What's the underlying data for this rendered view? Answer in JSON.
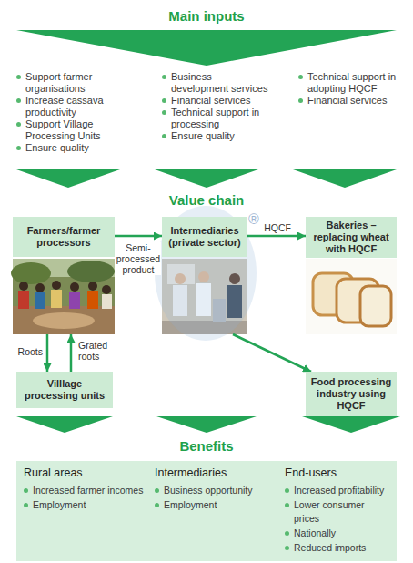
{
  "diagram": {
    "nodes": [
      {
        "text": [
          "Farmers/farmer processors"
        ]
      },
      {
        "text": [
          "Intermediaries (private sector)"
        ]
      },
      {
        "text": [
          "Bakeries – replacing wheat with HQCF"
        ]
      },
      {
        "text": [
          "Villlage processing units"
        ]
      },
      {
        "text": [
          "Food processing industry using HQCF"
        ]
      },
      {
        "text": [
          "Rural areas",
          "Increased farmer incomes",
          "Employment",
          "Intermediaries",
          "Business opportunity",
          "Employment",
          "End-users",
          "Increased profitability",
          "Lower consumer prices",
          "Nationally",
          "Reduced imports"
        ]
      }
    ],
    "edges": [
      {
        "from": 0,
        "to": 1,
        "arrow": "to",
        "label": "Semi-processed product"
      },
      {
        "from": 1,
        "to": 2,
        "arrow": "to",
        "label": "HQCF"
      },
      {
        "from": 1,
        "to": 4,
        "arrow": "to"
      },
      {
        "from": 0,
        "to": 3,
        "arrow": "to",
        "label": "Roots"
      },
      {
        "from": 3,
        "to": 0,
        "arrow": "to",
        "label": "Grated roots"
      }
    ],
    "labels": [
      "Main inputs",
      "Support farmer organisations",
      "Increase cassava productivity",
      "Support Village Processing Units",
      "Ensure quality",
      "Business development services",
      "Financial services",
      "Technical support in processing",
      "Ensure quality",
      "Technical support in adopting HQCF",
      "Financial services",
      "Value chain",
      "®",
      "Benefits"
    ]
  }
}
